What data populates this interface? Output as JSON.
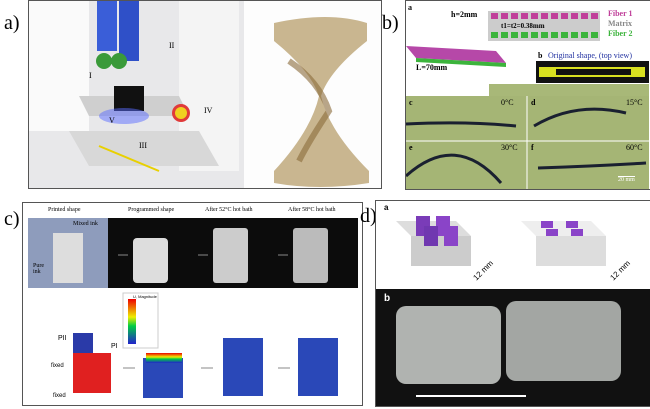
{
  "panels": {
    "a": {
      "label": "a)",
      "roman": [
        "I",
        "II",
        "III",
        "IV",
        "V"
      ]
    },
    "b": {
      "label": "b)",
      "sub_a": "a",
      "sub_b": "b",
      "h": "h=2mm",
      "t": "t1=t2=0.38mm",
      "L": "L=70mm",
      "legend": [
        {
          "text": "Fiber 1",
          "color": "#c0409a"
        },
        {
          "text": "Matrix",
          "color": "#888888"
        },
        {
          "text": "Fiber 2",
          "color": "#3cb43c"
        }
      ],
      "original": "Original  shape, (top view)",
      "photos": [
        {
          "id": "c",
          "temp": "0°C"
        },
        {
          "id": "d",
          "temp": "15°C"
        },
        {
          "id": "e",
          "temp": "30°C"
        },
        {
          "id": "f",
          "temp": "60°C"
        }
      ],
      "scale": "20 mm"
    },
    "c": {
      "label": "c)",
      "steps": [
        "Printed shape",
        "Programmed shape",
        "After 52°C hot bath",
        "After 58°C hot bath"
      ],
      "mixed": "Mixed ink",
      "pure": "Pure ink",
      "legend_title": "U, Magnitude",
      "pII": "PII",
      "pI": "PI",
      "fixed1": "fixed",
      "fixed2": "fixed"
    },
    "d": {
      "label": "d)",
      "sub_a": "a",
      "sub_b": "b",
      "dim1": "12 mm",
      "dim2": "12 mm"
    }
  }
}
